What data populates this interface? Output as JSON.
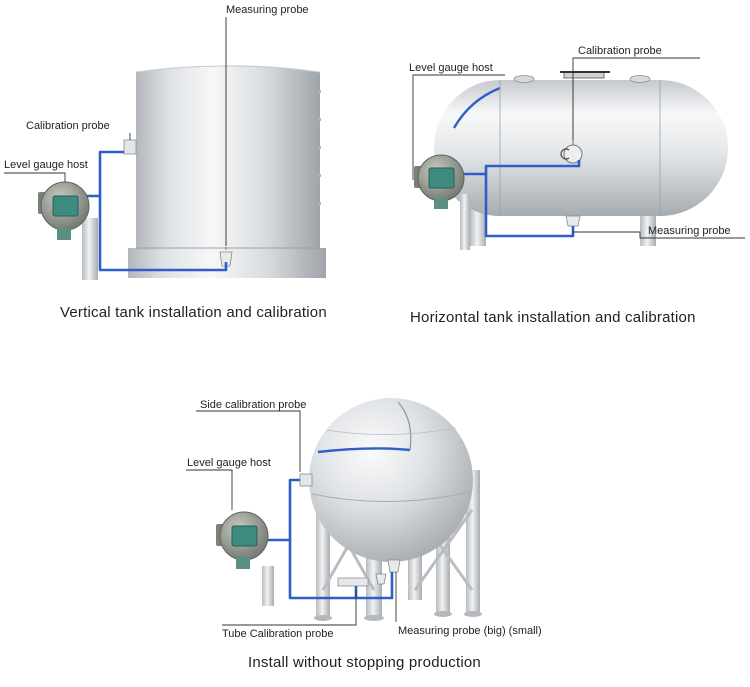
{
  "panels": {
    "vertical": {
      "caption": "Vertical tank installation and calibration",
      "labels": {
        "measuring_probe": "Measuring probe",
        "calibration_probe": "Calibration probe",
        "level_gauge_host": "Level gauge host"
      }
    },
    "horizontal": {
      "caption": "Horizontal tank installation and calibration",
      "labels": {
        "level_gauge_host": "Level gauge host",
        "calibration_probe": "Calibration probe",
        "measuring_probe": "Measuring probe"
      }
    },
    "spherical": {
      "caption": "Install without stopping production",
      "labels": {
        "side_calibration_probe": "Side calibration probe",
        "level_gauge_host": "Level gauge host",
        "tube_calibration_probe": "Tube Calibration probe",
        "measuring_probe": "Measuring probe (big) (small)"
      }
    }
  },
  "colors": {
    "pipe": "#2f5fc6",
    "tank_light": "#f2f3f4",
    "tank_dark": "#a9adb2",
    "gauge_body": "#8f968e",
    "gauge_screen": "#3d8a7e"
  }
}
